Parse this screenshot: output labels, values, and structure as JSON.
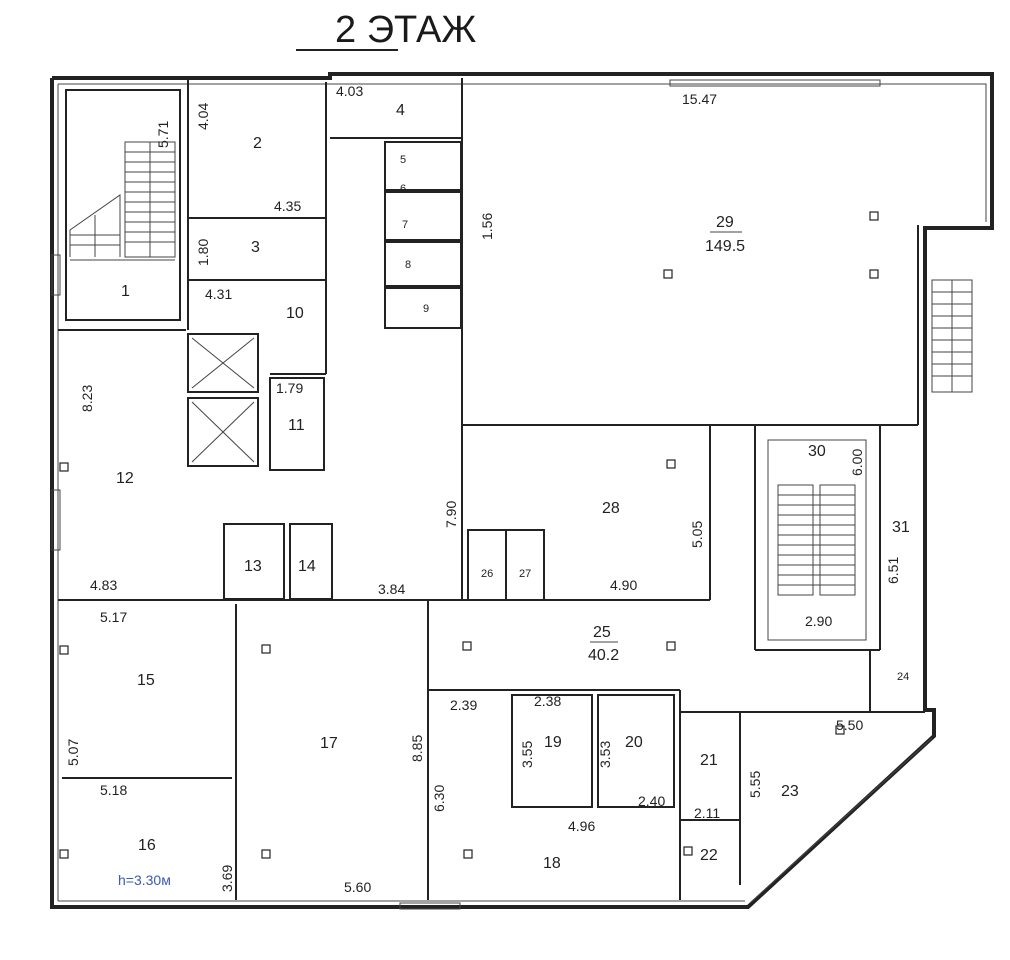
{
  "title": "2 ЭТАЖ",
  "height_note": "h=3.30м",
  "rooms": [
    {
      "id": "1",
      "label": "1"
    },
    {
      "id": "2",
      "label": "2"
    },
    {
      "id": "3",
      "label": "3"
    },
    {
      "id": "4",
      "label": "4"
    },
    {
      "id": "5",
      "label": "5"
    },
    {
      "id": "6",
      "label": "6"
    },
    {
      "id": "7",
      "label": "7"
    },
    {
      "id": "8",
      "label": "8"
    },
    {
      "id": "9",
      "label": "9"
    },
    {
      "id": "10",
      "label": "10"
    },
    {
      "id": "11",
      "label": "11"
    },
    {
      "id": "12",
      "label": "12"
    },
    {
      "id": "13",
      "label": "13"
    },
    {
      "id": "14",
      "label": "14"
    },
    {
      "id": "15",
      "label": "15"
    },
    {
      "id": "16",
      "label": "16"
    },
    {
      "id": "17",
      "label": "17"
    },
    {
      "id": "18",
      "label": "18"
    },
    {
      "id": "19",
      "label": "19"
    },
    {
      "id": "20",
      "label": "20"
    },
    {
      "id": "21",
      "label": "21"
    },
    {
      "id": "22",
      "label": "22"
    },
    {
      "id": "23",
      "label": "23"
    },
    {
      "id": "24",
      "label": "24"
    },
    {
      "id": "25",
      "label": "25",
      "area": "40.2"
    },
    {
      "id": "26",
      "label": "26"
    },
    {
      "id": "27",
      "label": "27"
    },
    {
      "id": "28",
      "label": "28"
    },
    {
      "id": "29",
      "label": "29",
      "area": "149.5"
    },
    {
      "id": "30",
      "label": "30"
    },
    {
      "id": "31",
      "label": "31"
    }
  ],
  "dimensions": [
    "5.71",
    "4.04",
    "4.35",
    "1.80",
    "4.31",
    "4.03",
    "15.47",
    "1.56",
    "8.23",
    "1.79",
    "7.90",
    "4.83",
    "3.84",
    "5.05",
    "4.90",
    "6.00",
    "6.51",
    "2.90",
    "5.17",
    "5.07",
    "5.18",
    "3.69",
    "8.85",
    "5.60",
    "2.39",
    "2.38",
    "3.55",
    "3.53",
    "6.30",
    "2.40",
    "4.96",
    "2.11",
    "5.55",
    "5.50"
  ]
}
